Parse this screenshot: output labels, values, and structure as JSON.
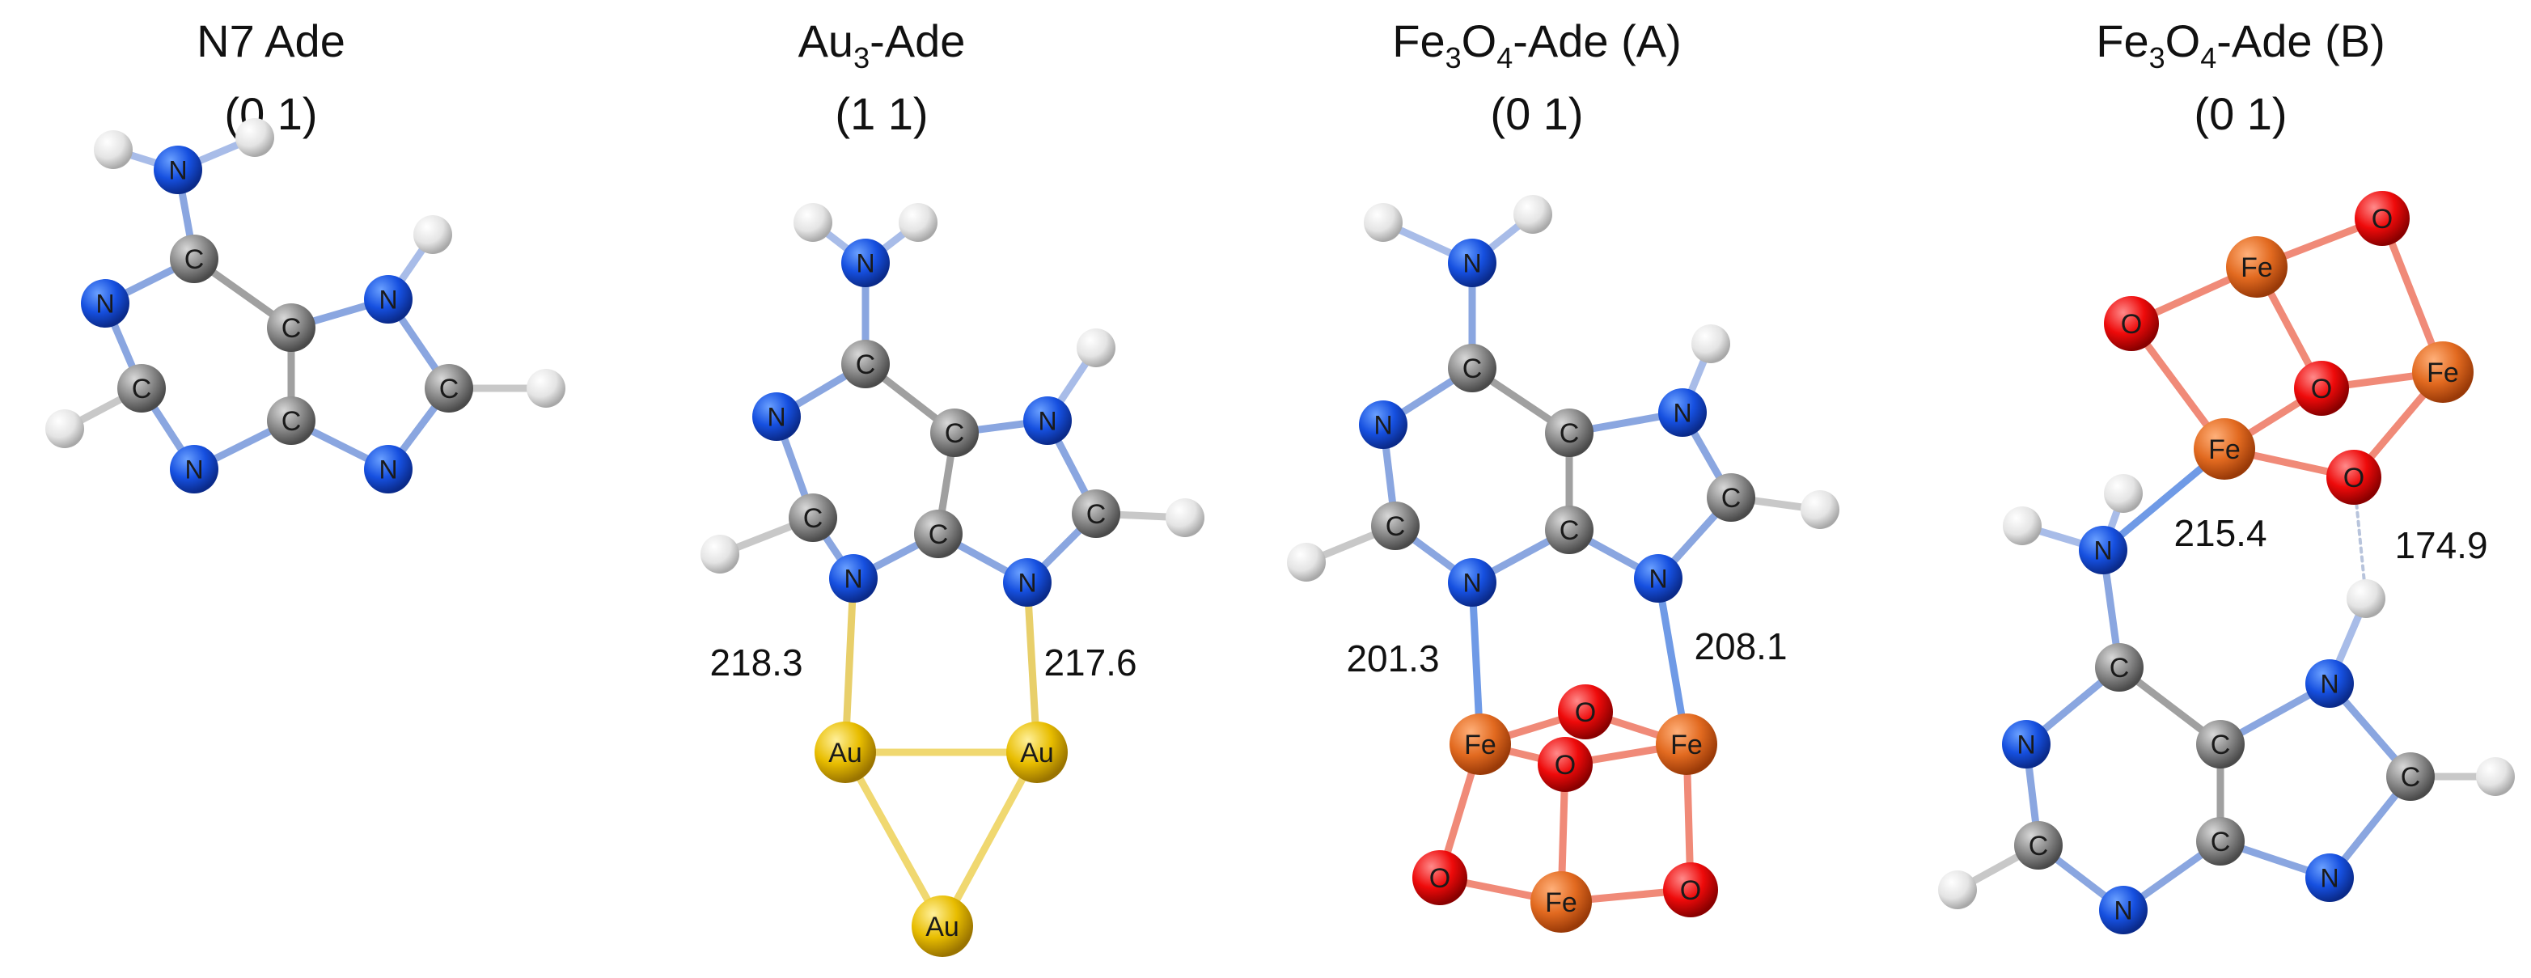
{
  "panels": [
    {
      "title_main": "N7 Ade",
      "title_sub": "",
      "title_rest": "",
      "subtitle": "(0 1)",
      "distances": []
    },
    {
      "title_main": "Au",
      "title_sub": "3",
      "title_rest": "-Ade",
      "subtitle": "(1 1)",
      "distances": [
        "218.3",
        "217.6"
      ]
    },
    {
      "title_main": "Fe",
      "title_sub": "3",
      "title_rest": "O",
      "title_sub2": "4",
      "title_rest2": "-Ade (A)",
      "subtitle": "(0 1)",
      "distances": [
        "201.3",
        "208.1"
      ]
    },
    {
      "title_main": "Fe",
      "title_sub": "3",
      "title_rest": "O",
      "title_sub2": "4",
      "title_rest2": "-Ade (B)",
      "subtitle": "(0 1)",
      "distances": [
        "215.4",
        "174.9"
      ]
    }
  ],
  "elements": {
    "C": {
      "label": "C",
      "color": "#7a7a7a"
    },
    "N": {
      "label": "N",
      "color": "#1a4fd8"
    },
    "H": {
      "label": "",
      "color": "#e6e6e6"
    },
    "Au": {
      "label": "Au",
      "color": "#e2b800"
    },
    "Fe": {
      "label": "Fe",
      "color": "#e06a22"
    },
    "O": {
      "label": "O",
      "color": "#ee0a0a"
    }
  }
}
